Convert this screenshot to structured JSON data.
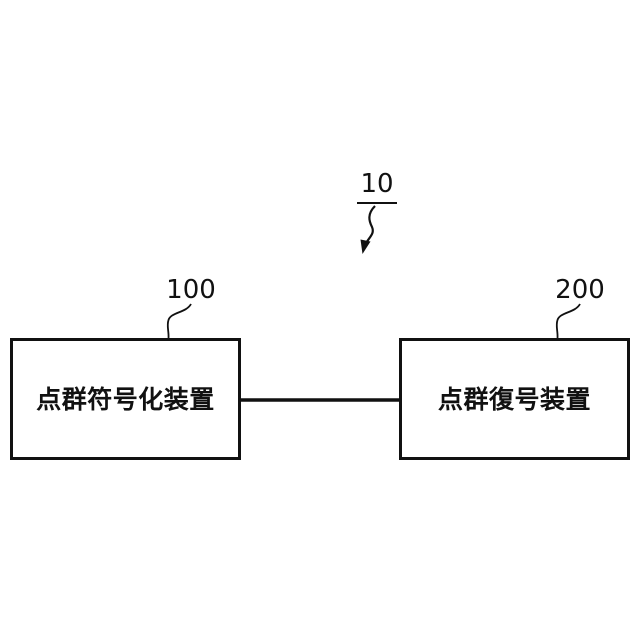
{
  "colors": {
    "ink": "#111111",
    "background": "#ffffff"
  },
  "figure": {
    "system": {
      "ref": "10"
    },
    "nodes": [
      {
        "ref": "100",
        "label": "点群符号化装置"
      },
      {
        "ref": "200",
        "label": "点群復号装置"
      }
    ],
    "connections": [
      {
        "from": "100",
        "to": "200",
        "type": "plain-line"
      }
    ]
  }
}
